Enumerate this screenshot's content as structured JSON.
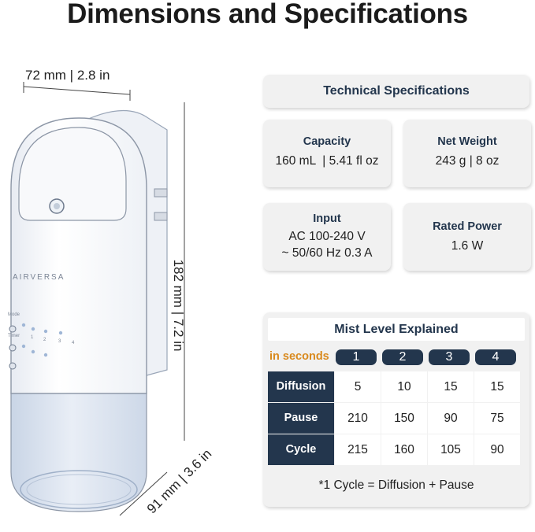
{
  "title": "Dimensions and Specifications",
  "dimensions": {
    "width": "72 mm | 2.8 in",
    "height": "182 mm | 7.2 in",
    "depth": "91 mm | 3.6 in"
  },
  "device": {
    "brand": "AIRVERSA",
    "mode_label": "Mode",
    "timer_label": "Timer",
    "level_numbers": [
      "1",
      "2",
      "3",
      "4"
    ]
  },
  "specs": {
    "header": "Technical Specifications",
    "capacity": {
      "label": "Capacity",
      "value": "160 mL  | 5.41 fl oz"
    },
    "net_weight": {
      "label": "Net Weight",
      "value": "243 g | 8 oz"
    },
    "input": {
      "label": "Input",
      "line1": "AC 100-240 V",
      "line2": "~ 50/60 Hz 0.3 A"
    },
    "rated_power": {
      "label": "Rated Power",
      "value": "1.6 W"
    }
  },
  "mist": {
    "title": "Mist Level Explained",
    "unit_label": "in seconds",
    "levels": [
      "1",
      "2",
      "3",
      "4"
    ],
    "rows": [
      {
        "label": "Diffusion",
        "values": [
          "5",
          "10",
          "15",
          "15"
        ]
      },
      {
        "label": "Pause",
        "values": [
          "210",
          "150",
          "90",
          "75"
        ]
      },
      {
        "label": "Cycle",
        "values": [
          "215",
          "160",
          "105",
          "90"
        ]
      }
    ],
    "note": "*1 Cycle = Diffusion + Pause"
  },
  "colors": {
    "navy": "#23364d",
    "orange": "#d98a1e",
    "card": "#f1f1f1"
  }
}
